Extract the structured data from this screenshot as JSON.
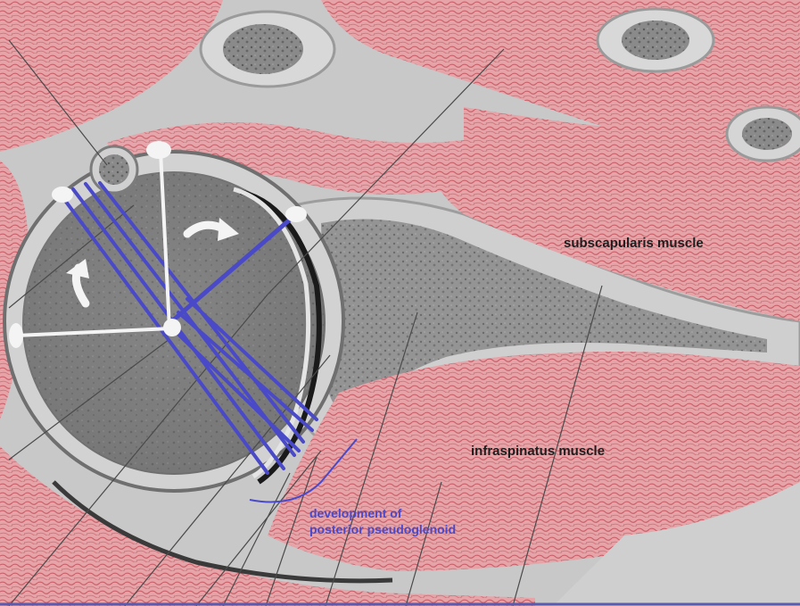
{
  "labels": {
    "subscapularis": "subscapularis muscle",
    "infraspinatus": "infraspinatus muscle",
    "pseudoglenoid_line1": "development of",
    "pseudoglenoid_line2": "posterior pseudoglenoid"
  },
  "colors": {
    "annotation_blue": "#4a4ac8",
    "label_dark": "#1e1e1e",
    "muscle_red": "#d9838a",
    "bone_gray": "#8e8e8e"
  },
  "icons": {
    "rotation_arrows": "curved-arrow-icon"
  }
}
